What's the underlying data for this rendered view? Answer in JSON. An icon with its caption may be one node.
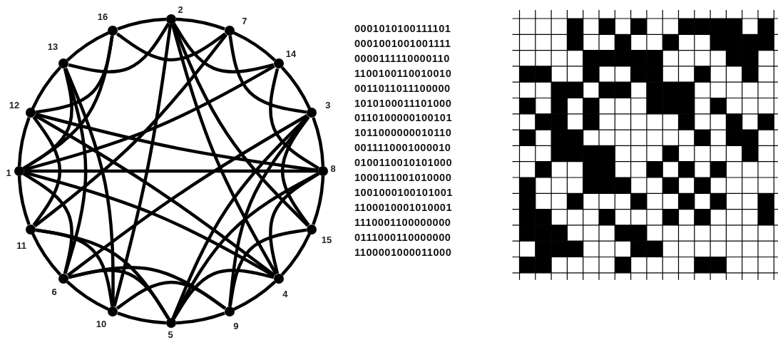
{
  "diagram": {
    "nodes": [
      {
        "text": [
          "1"
        ]
      },
      {
        "text": [
          "2"
        ]
      },
      {
        "text": [
          "3"
        ]
      },
      {
        "text": [
          "4"
        ]
      },
      {
        "text": [
          "5"
        ]
      },
      {
        "text": [
          "6"
        ]
      },
      {
        "text": [
          "7"
        ]
      },
      {
        "text": [
          "8"
        ]
      },
      {
        "text": [
          "9"
        ]
      },
      {
        "text": [
          "10"
        ]
      },
      {
        "text": [
          "11"
        ]
      },
      {
        "text": [
          "12"
        ]
      },
      {
        "text": [
          "13"
        ]
      },
      {
        "text": [
          "14"
        ]
      },
      {
        "text": [
          "15"
        ]
      },
      {
        "text": [
          "16"
        ]
      }
    ],
    "edges": [
      {
        "from": 0,
        "to": 3,
        "arrow": "none"
      },
      {
        "from": 0,
        "to": 5,
        "arrow": "none"
      },
      {
        "from": 0,
        "to": 7,
        "arrow": "none"
      },
      {
        "from": 0,
        "to": 10,
        "arrow": "none"
      },
      {
        "from": 0,
        "to": 11,
        "arrow": "none"
      },
      {
        "from": 0,
        "to": 12,
        "arrow": "none"
      },
      {
        "from": 0,
        "to": 13,
        "arrow": "none"
      },
      {
        "from": 0,
        "to": 15,
        "arrow": "none"
      },
      {
        "from": 1,
        "to": 3,
        "arrow": "none"
      },
      {
        "from": 1,
        "to": 6,
        "arrow": "none"
      },
      {
        "from": 1,
        "to": 9,
        "arrow": "none"
      },
      {
        "from": 1,
        "to": 12,
        "arrow": "none"
      },
      {
        "from": 1,
        "to": 13,
        "arrow": "none"
      },
      {
        "from": 1,
        "to": 14,
        "arrow": "none"
      },
      {
        "from": 1,
        "to": 15,
        "arrow": "none"
      },
      {
        "from": 2,
        "to": 4,
        "arrow": "none"
      },
      {
        "from": 2,
        "to": 5,
        "arrow": "none"
      },
      {
        "from": 2,
        "to": 6,
        "arrow": "none"
      },
      {
        "from": 2,
        "to": 7,
        "arrow": "none"
      },
      {
        "from": 2,
        "to": 8,
        "arrow": "none"
      },
      {
        "from": 2,
        "to": 13,
        "arrow": "none"
      },
      {
        "from": 2,
        "to": 14,
        "arrow": "none"
      },
      {
        "from": 3,
        "to": 4,
        "arrow": "none"
      },
      {
        "from": 3,
        "to": 7,
        "arrow": "none"
      },
      {
        "from": 3,
        "to": 8,
        "arrow": "none"
      },
      {
        "from": 3,
        "to": 11,
        "arrow": "none"
      },
      {
        "from": 3,
        "to": 14,
        "arrow": "none"
      },
      {
        "from": 4,
        "to": 5,
        "arrow": "none"
      },
      {
        "from": 4,
        "to": 7,
        "arrow": "none"
      },
      {
        "from": 4,
        "to": 8,
        "arrow": "none"
      },
      {
        "from": 4,
        "to": 9,
        "arrow": "none"
      },
      {
        "from": 4,
        "to": 10,
        "arrow": "none"
      },
      {
        "from": 5,
        "to": 8,
        "arrow": "none"
      },
      {
        "from": 5,
        "to": 9,
        "arrow": "none"
      },
      {
        "from": 5,
        "to": 10,
        "arrow": "none"
      },
      {
        "from": 5,
        "to": 12,
        "arrow": "none"
      },
      {
        "from": 6,
        "to": 10,
        "arrow": "none"
      },
      {
        "from": 6,
        "to": 13,
        "arrow": "none"
      },
      {
        "from": 6,
        "to": 15,
        "arrow": "none"
      },
      {
        "from": 7,
        "to": 11,
        "arrow": "none"
      },
      {
        "from": 7,
        "to": 13,
        "arrow": "none"
      },
      {
        "from": 7,
        "to": 14,
        "arrow": "none"
      },
      {
        "from": 8,
        "to": 9,
        "arrow": "none"
      },
      {
        "from": 8,
        "to": 14,
        "arrow": "none"
      },
      {
        "from": 9,
        "to": 10,
        "arrow": "none"
      },
      {
        "from": 9,
        "to": 12,
        "arrow": "none"
      },
      {
        "from": 10,
        "to": 11,
        "arrow": "none"
      },
      {
        "from": 11,
        "to": 12,
        "arrow": "none"
      },
      {
        "from": 11,
        "to": 15,
        "arrow": "none"
      },
      {
        "from": 12,
        "to": 15,
        "arrow": "none"
      }
    ],
    "labels": [
      "0001010100111101",
      "0001001001001111",
      "0000111110000110",
      "1100100110010010",
      "0011011011100000",
      "1010100011101000",
      "0110100000100101",
      "1011000000010110",
      "0011110001000010",
      "0100110010101000",
      "1000111001010000",
      "1001000100101001",
      "1100010001010001",
      "1110001100000000",
      "0111000110000000",
      "1100001000011000"
    ]
  }
}
